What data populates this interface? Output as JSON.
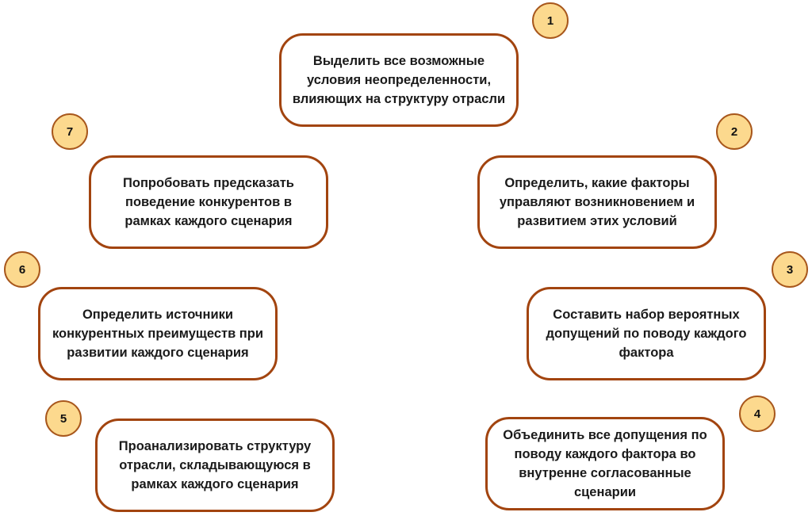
{
  "steps": [
    {
      "number": "1",
      "text": "Выделить все возможные\nусловия неопределенности,\nвлияющих на структуру отрасли"
    },
    {
      "number": "2",
      "text": "Определить, какие факторы\nуправляют возникновением и\nразвитием этих условий"
    },
    {
      "number": "3",
      "text": "Составить набор вероятных\nдопущений по поводу каждого\nфактора"
    },
    {
      "number": "4",
      "text": "Объединить все допущения по\nповоду каждого фактора во\nвнутренне согласованные\nсценарии"
    },
    {
      "number": "5",
      "text": "Проанализировать структуру\nотрасли, складывающуюся в\nрамках каждого сценария"
    },
    {
      "number": "6",
      "text": "Определить источники\nконкурентных преимуществ при\nразвитии каждого сценария"
    },
    {
      "number": "7",
      "text": "Попробовать предсказать\nповедение конкурентов в\nрамках каждого сценария"
    }
  ],
  "colors": {
    "border": "#a2440f",
    "badge_fill": "#fcd98e",
    "badge_border": "#a8571c"
  }
}
